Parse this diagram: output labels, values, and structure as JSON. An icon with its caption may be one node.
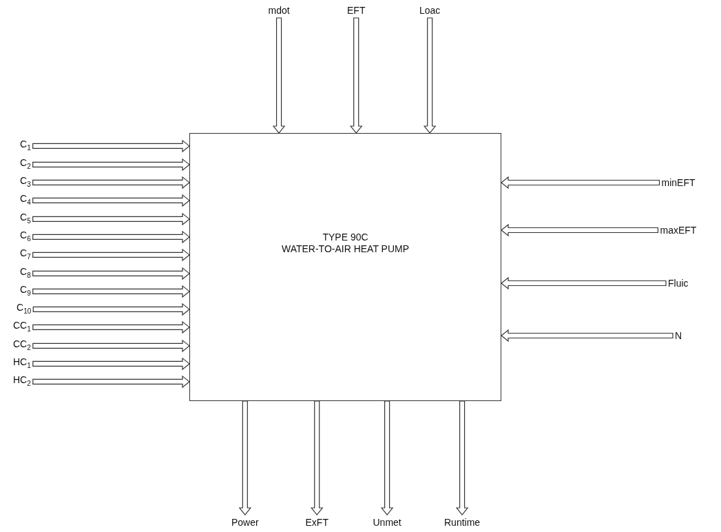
{
  "diagram": {
    "nodes": [
      {
        "text": [
          "TYPE 90C",
          "WATER-TO-AIR HEAT PUMP"
        ]
      },
      {
        "text": [
          "C$_{1}$"
        ]
      },
      {
        "text": [
          "C$_{2}$"
        ]
      },
      {
        "text": [
          "C$_{3}$"
        ]
      },
      {
        "text": [
          "C$_{4}$"
        ]
      },
      {
        "text": [
          "C$_{5}$"
        ]
      },
      {
        "text": [
          "C$_{6}$"
        ]
      },
      {
        "text": [
          "C$_{7}$"
        ]
      },
      {
        "text": [
          "C$_{8}$"
        ]
      },
      {
        "text": [
          "C$_{9}$"
        ]
      },
      {
        "text": [
          "C$_{10}$"
        ]
      },
      {
        "text": [
          "CC$_{1}$"
        ]
      },
      {
        "text": [
          "CC$_{2}$"
        ]
      },
      {
        "text": [
          "HC$_{1}$"
        ]
      },
      {
        "text": [
          "HC$_{2}$"
        ]
      },
      {
        "text": [
          "mdot"
        ]
      },
      {
        "text": [
          "EFT"
        ]
      },
      {
        "text": [
          "Loac"
        ]
      },
      {
        "text": [
          "minEFT"
        ]
      },
      {
        "text": [
          "maxEFT"
        ]
      },
      {
        "text": [
          "Fluic"
        ]
      },
      {
        "text": [
          "N"
        ]
      },
      {
        "text": [
          "Power"
        ]
      },
      {
        "text": [
          "ExFT"
        ]
      },
      {
        "text": [
          "Unmet"
        ]
      },
      {
        "text": [
          "Runtime"
        ]
      }
    ],
    "edges": [
      {
        "from": 1,
        "to": 0,
        "arrow": "to"
      },
      {
        "from": 2,
        "to": 0,
        "arrow": "to"
      },
      {
        "from": 3,
        "to": 0,
        "arrow": "to"
      },
      {
        "from": 4,
        "to": 0,
        "arrow": "to"
      },
      {
        "from": 5,
        "to": 0,
        "arrow": "to"
      },
      {
        "from": 6,
        "to": 0,
        "arrow": "to"
      },
      {
        "from": 7,
        "to": 0,
        "arrow": "to"
      },
      {
        "from": 8,
        "to": 0,
        "arrow": "to"
      },
      {
        "from": 9,
        "to": 0,
        "arrow": "to"
      },
      {
        "from": 10,
        "to": 0,
        "arrow": "to"
      },
      {
        "from": 11,
        "to": 0,
        "arrow": "to"
      },
      {
        "from": 12,
        "to": 0,
        "arrow": "to"
      },
      {
        "from": 13,
        "to": 0,
        "arrow": "to"
      },
      {
        "from": 14,
        "to": 0,
        "arrow": "to"
      },
      {
        "from": 15,
        "to": 0,
        "arrow": "to"
      },
      {
        "from": 16,
        "to": 0,
        "arrow": "to"
      },
      {
        "from": 17,
        "to": 0,
        "arrow": "to"
      },
      {
        "from": 18,
        "to": 0,
        "arrow": "to"
      },
      {
        "from": 19,
        "to": 0,
        "arrow": "to"
      },
      {
        "from": 20,
        "to": 0,
        "arrow": "to"
      },
      {
        "from": 21,
        "to": 0,
        "arrow": "to"
      },
      {
        "from": 0,
        "to": 22,
        "arrow": "to"
      },
      {
        "from": 0,
        "to": 23,
        "arrow": "to"
      },
      {
        "from": 0,
        "to": 24,
        "arrow": "to"
      },
      {
        "from": 0,
        "to": 25,
        "arrow": "to"
      }
    ]
  }
}
